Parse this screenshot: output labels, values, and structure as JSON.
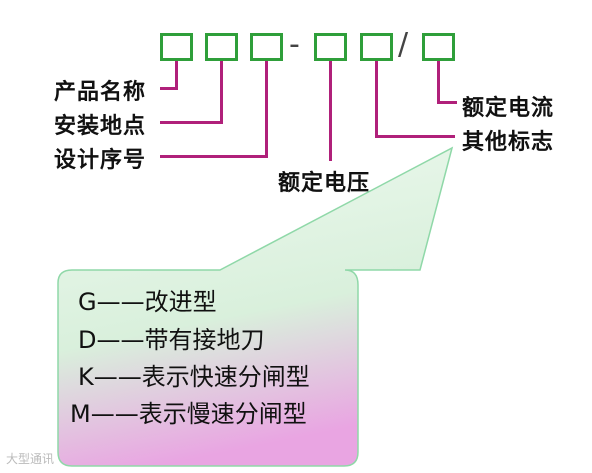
{
  "code_format": {
    "separator_dash": "-",
    "separator_slash": "/"
  },
  "labels": {
    "product_name": "产品名称",
    "install_location": "安装地点",
    "design_number": "设计序号",
    "rated_voltage": "额定电压",
    "rated_current": "额定电流",
    "other_marks": "其他标志"
  },
  "callout": {
    "items": [
      {
        "code": "G",
        "dash": "——",
        "text": "改进型"
      },
      {
        "code": "D",
        "dash": "——",
        "text": "带有接地刀"
      },
      {
        "code": "K",
        "dash": "——",
        "text": "表示快速分闸型"
      },
      {
        "code": "M",
        "dash": "——",
        "text": "表示慢速分闸型"
      }
    ]
  },
  "watermark": "大型通讯",
  "colors": {
    "box_border": "#2f9f3a",
    "connector": "#b0207a",
    "callout_fill_top": "#e9f7e9",
    "callout_fill_bottom": "#e6a6e0",
    "callout_border": "#7fd3a0"
  }
}
